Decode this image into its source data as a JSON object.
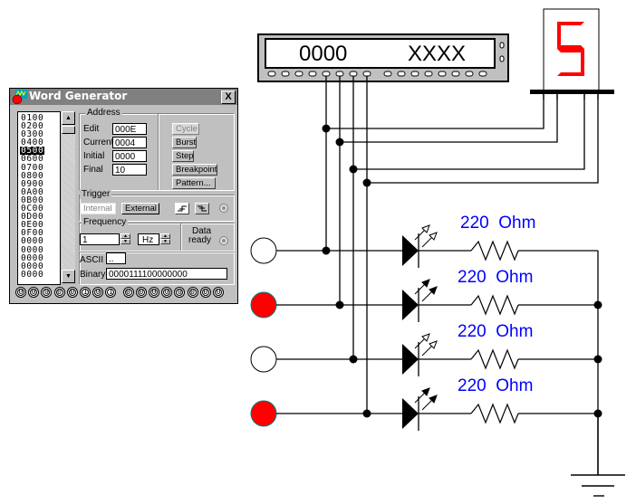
{
  "word_generator": {
    "title": "Word Generator",
    "close_label": "X",
    "memory_words": [
      "0100",
      "0200",
      "0300",
      "0400",
      "0500",
      "0600",
      "0700",
      "0800",
      "0900",
      "0A00",
      "0B00",
      "0C00",
      "0D00",
      "0E00",
      "0F00",
      "0000",
      "0000",
      "0000",
      "0000",
      "0000"
    ],
    "selected_index": 4,
    "address": {
      "group_label": "Address",
      "edit_label": "Edit",
      "edit_value": "000E",
      "current_label": "Current",
      "current_value": "0004",
      "initial_label": "Initial",
      "initial_value": "0000",
      "final_label": "Final",
      "final_value": "10"
    },
    "mode_buttons": {
      "cycle": "Cycle",
      "burst": "Burst",
      "step": "Step",
      "breakpoint": "Breakpoint",
      "pattern": "Pattern..."
    },
    "trigger": {
      "group_label": "Trigger",
      "internal": "Internal",
      "external": "External",
      "rising_edge_icon": "rising-edge",
      "falling_edge_icon": "falling-edge"
    },
    "frequency": {
      "group_label": "Frequency",
      "value": "1",
      "unit": "Hz"
    },
    "data_ready": {
      "label_line1": "Data",
      "label_line2": "ready"
    },
    "ascii": {
      "label": "ASCII",
      "value": ".."
    },
    "binary": {
      "label": "Binary",
      "value": "0000111100000000"
    },
    "output_bits": [
      "0",
      "0",
      "0",
      "0",
      "0",
      "1",
      "0",
      "1",
      "0",
      "0",
      "0",
      "0",
      "0",
      "0",
      "0",
      "0"
    ]
  },
  "hex_display": {
    "left_value": "0000",
    "right_value": "XXXX"
  },
  "seven_segment": {
    "digit": "5",
    "segment_color": "#ff0000"
  },
  "probes": [
    {
      "state": "off",
      "color": "#ffffff"
    },
    {
      "state": "on",
      "color": "#ff0000"
    },
    {
      "state": "off",
      "color": "#ffffff"
    },
    {
      "state": "on",
      "color": "#ff0000"
    }
  ],
  "resistors": [
    {
      "label": "220  Ohm"
    },
    {
      "label": "220  Ohm"
    },
    {
      "label": "220  Ohm"
    },
    {
      "label": "220  Ohm"
    }
  ],
  "colors": {
    "label_blue": "#0000ff",
    "probe_on": "#ff0000",
    "probe_border_on": "#008080"
  }
}
